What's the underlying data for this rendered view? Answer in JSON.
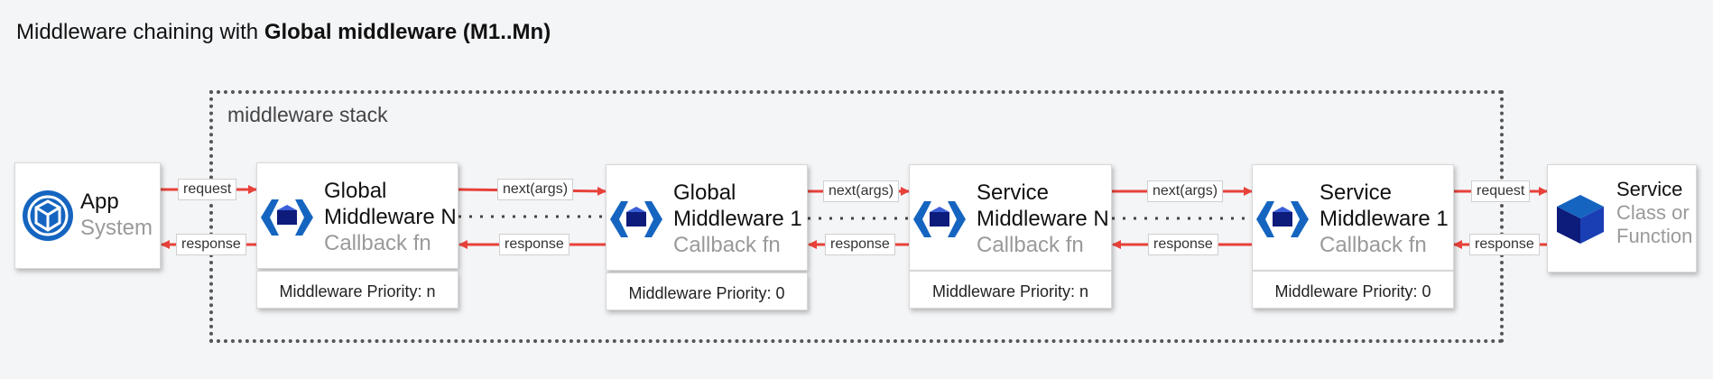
{
  "title": {
    "prefix": "Middleware chaining with ",
    "bold": "Global middleware (M1..Mn)"
  },
  "stack_label": "middleware stack",
  "app": {
    "line1": "App",
    "line2": "System",
    "icon": "app-system-icon"
  },
  "service": {
    "line1": "Service",
    "line2": "Class or",
    "line3": "Function",
    "icon": "service-cube-icon"
  },
  "middlewares": [
    {
      "line1": "Global",
      "line2": "Middleware N",
      "line3": "Callback fn",
      "priority": "Middleware Priority: n",
      "icon": "middleware-icon"
    },
    {
      "line1": "Global",
      "line2": "Middleware 1",
      "line3": "Callback fn",
      "priority": "Middleware Priority: 0",
      "icon": "middleware-icon"
    },
    {
      "line1": "Service",
      "line2": "Middleware N",
      "line3": "Callback fn",
      "priority": "Middleware Priority: n",
      "icon": "middleware-icon"
    },
    {
      "line1": "Service",
      "line2": "Middleware 1",
      "line3": "Callback fn",
      "priority": "Middleware Priority: 0",
      "icon": "middleware-icon"
    }
  ],
  "edge_labels": {
    "request_in": "request",
    "response_out": "response",
    "next1": "next(args)",
    "resp1": "response",
    "next2": "next(args)",
    "resp2": "response",
    "next3": "next(args)",
    "resp3": "response",
    "request_service": "request",
    "response_service": "response"
  },
  "colors": {
    "arrow": "#e8413a",
    "icon_blue": "#1565c0",
    "icon_navy": "#0d1b7a"
  }
}
